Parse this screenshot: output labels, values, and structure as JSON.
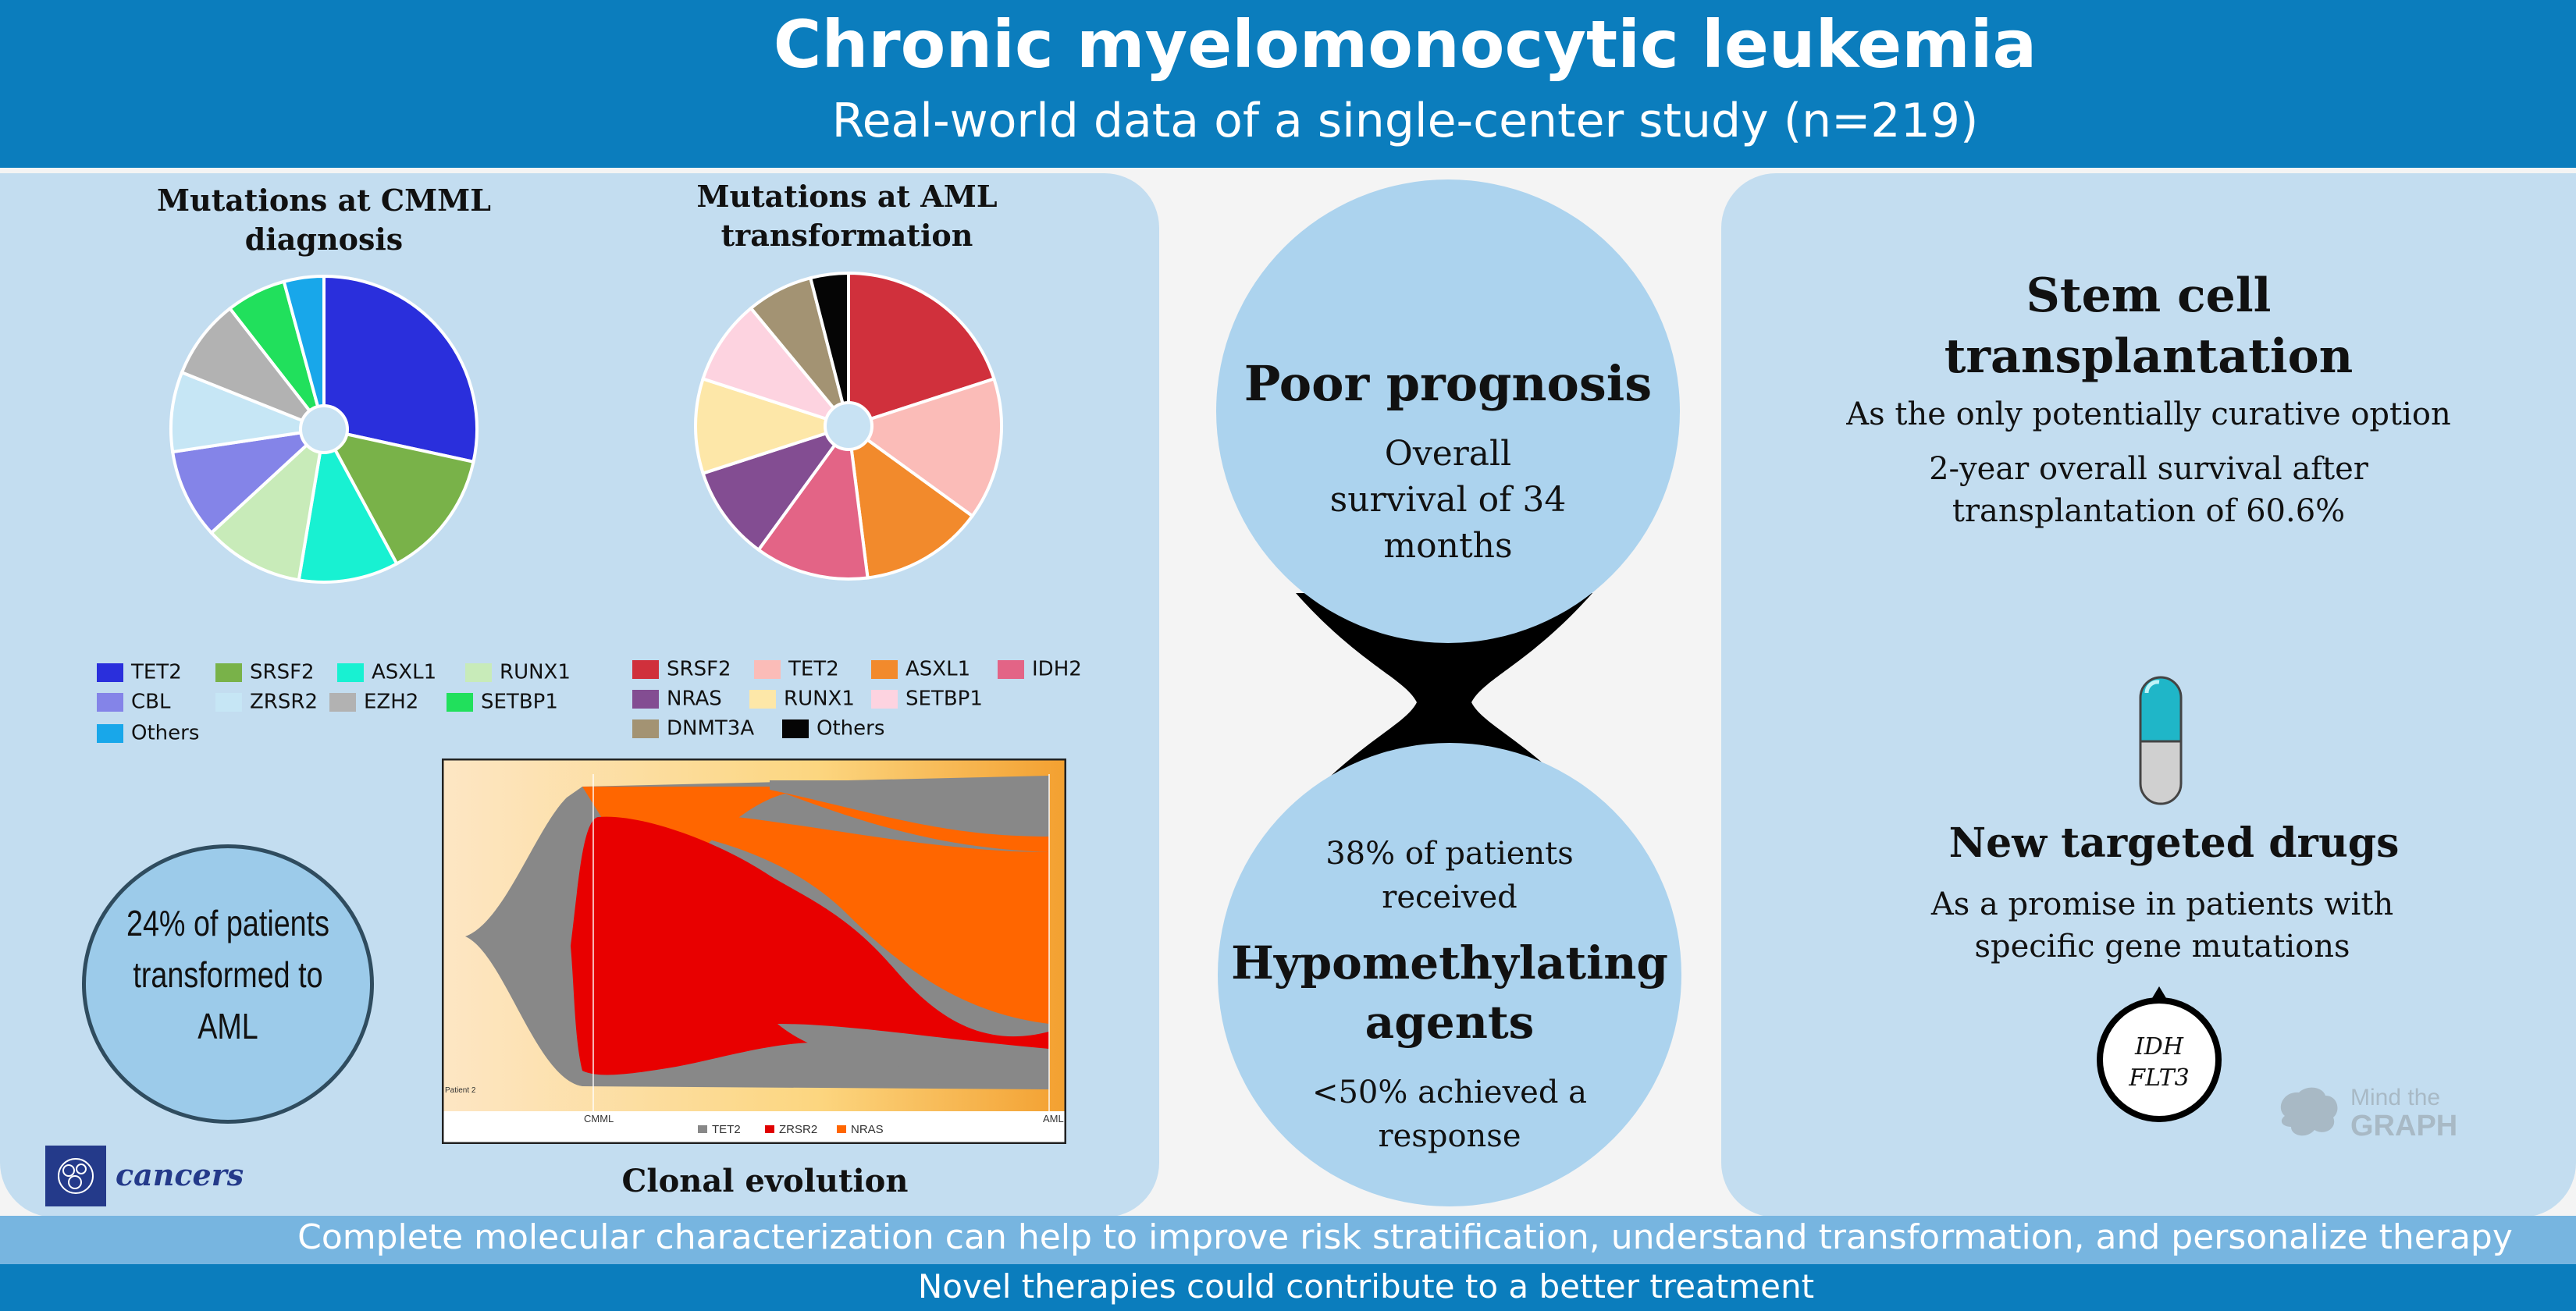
{
  "header": {
    "title": "Chronic myelomonocytic leukemia",
    "subtitle": "Real-world data of a single-center study (n=219)"
  },
  "colors": {
    "header_blue": "#0b7dbd",
    "panel_blue": "#c3ddf0",
    "circle_blue": "#acd3ee",
    "footer_light": "#77b5e0"
  },
  "pie_cmml": {
    "title_line1": "Mutations at CMML",
    "title_line2": "diagnosis",
    "slices": [
      {
        "label": "TET2",
        "value": 27,
        "color": "#2a2fdc"
      },
      {
        "label": "SRSF2",
        "value": 13,
        "color": "#79b249"
      },
      {
        "label": "ASXL1",
        "value": 10,
        "color": "#18f1d2"
      },
      {
        "label": "RUNX1",
        "value": 10,
        "color": "#c8ebb9"
      },
      {
        "label": "CBL",
        "value": 9,
        "color": "#8484e8"
      },
      {
        "label": "ZRSR2",
        "value": 8,
        "color": "#c6e6f5"
      },
      {
        "label": "EZH2",
        "value": 8,
        "color": "#b2b2b2"
      },
      {
        "label": "SETBP1",
        "value": 6,
        "color": "#21e05c"
      },
      {
        "label": "Others",
        "value": 4,
        "color": "#18a7ea"
      }
    ]
  },
  "pie_aml": {
    "title_line1": "Mutations at AML",
    "title_line2": "transformation",
    "slices": [
      {
        "label": "SRSF2",
        "value": 20,
        "color": "#d0303c"
      },
      {
        "label": "TET2",
        "value": 15,
        "color": "#fbbcb8"
      },
      {
        "label": "ASXL1",
        "value": 13,
        "color": "#f28a2c"
      },
      {
        "label": "IDH2",
        "value": 12,
        "color": "#e36486"
      },
      {
        "label": "NRAS",
        "value": 10,
        "color": "#834d92"
      },
      {
        "label": "RUNX1",
        "value": 10,
        "color": "#fde7a8"
      },
      {
        "label": "SETBP1",
        "value": 9,
        "color": "#fdd3e0"
      },
      {
        "label": "DNMT3A",
        "value": 7,
        "color": "#a39373"
      },
      {
        "label": "Others",
        "value": 4,
        "color": "#050505"
      }
    ]
  },
  "transformed": {
    "line1": "24% of patients",
    "line2": "transformed to",
    "line3": "AML"
  },
  "clonal": {
    "caption": "Clonal evolution",
    "patient_label": "Patient 2",
    "x_start": "CMML",
    "x_end": "AML",
    "legend": [
      {
        "label": "TET2",
        "color": "#888888"
      },
      {
        "label": "ZRSR2",
        "color": "#e00000"
      },
      {
        "label": "NRAS",
        "color": "#ff6600"
      }
    ]
  },
  "journal": {
    "name": "cancers"
  },
  "center": {
    "top_title": "Poor prognosis",
    "top_text": [
      "Overall",
      "survival of 34",
      "months"
    ],
    "bottom_pre": [
      "38% of patients",
      "received"
    ],
    "bottom_title": [
      "Hypomethylating",
      "agents"
    ],
    "bottom_post": [
      "<50% achieved a",
      "response"
    ]
  },
  "right": {
    "sct_title": [
      "Stem cell",
      "transplantation"
    ],
    "sct_text1": "As the only potentially curative option",
    "sct_text2": [
      "2-year overall survival after",
      "transplantation of 60.6%"
    ],
    "drug_title": "New targeted drugs",
    "drug_text": [
      "As a promise in patients with",
      "specific gene mutations"
    ],
    "genes": [
      "IDH",
      "FLT3"
    ],
    "watermark": [
      "Mind the",
      "GRAPH"
    ]
  },
  "footer": {
    "line1": "Complete molecular characterization can help to improve risk stratification, understand transformation, and personalize therapy",
    "line2": "Novel therapies could contribute to a better treatment"
  }
}
